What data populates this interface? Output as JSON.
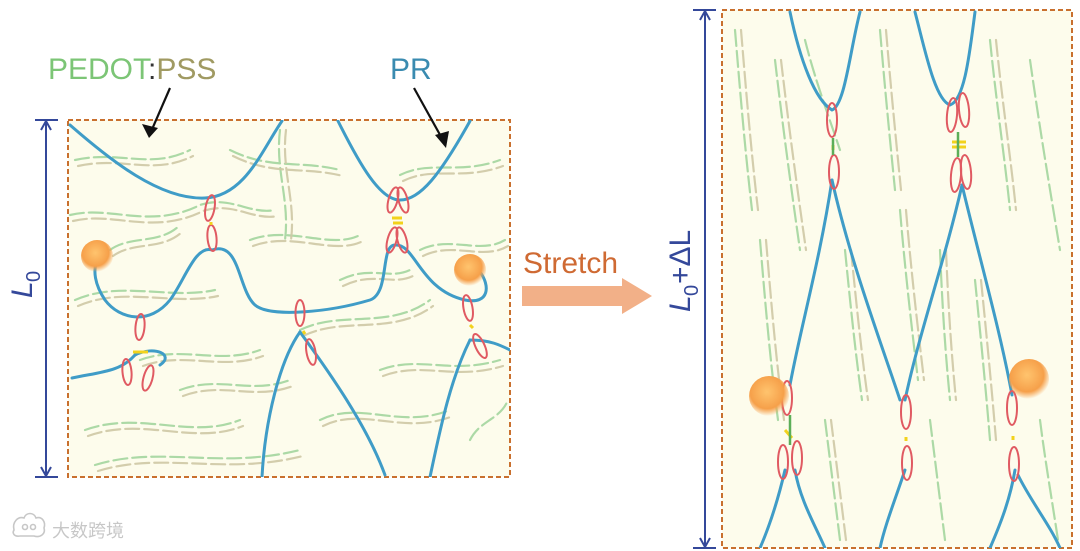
{
  "labels": {
    "pedot": "PEDOT",
    "colon": ":",
    "pss": "PSS",
    "pr": "PR",
    "stretch": "Stretch",
    "l0_symbol": "L",
    "l0_sub": "0",
    "lstretch_symbol": "L",
    "lstretch_sub": "0",
    "lstretch_rest": "+ΔL",
    "watermark": "大数跨境"
  },
  "colors": {
    "pedot_green": "#7cc576",
    "pss_olive": "#a09a62",
    "pr_blue": "#3a8bb0",
    "chain_blue": "#3f9cc7",
    "ring_red": "#e05a62",
    "link_yellow": "#f2d21c",
    "particle_orange": "#f6a04a",
    "stretch_orange": "#cf6a33",
    "arrow_orange": "#f2b088",
    "dim_line_navy": "#34489a",
    "box_border": "#c9702e",
    "box_fill": "#fdfcec"
  },
  "icons": {
    "stretch_arrow": "right-arrow-icon",
    "watermark_logo": "cloud-logo-icon"
  }
}
